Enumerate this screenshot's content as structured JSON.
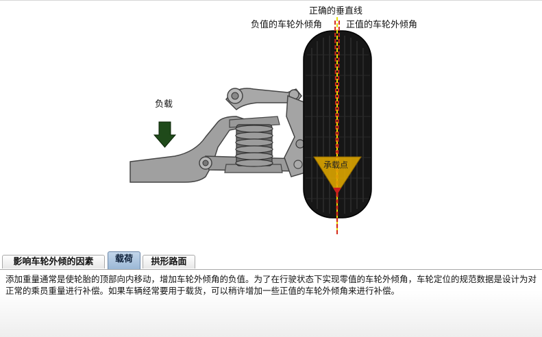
{
  "labels": {
    "correct_vertical": "正确的垂直线",
    "negative_camber": "负值的车轮外倾角",
    "positive_camber": "正值的车轮外倾角",
    "load": "负载",
    "contact_point": "承载点"
  },
  "tabs": [
    {
      "label": "影响车轮外倾的因素",
      "active": false
    },
    {
      "label": "载荷",
      "active": true
    },
    {
      "label": "拱形路面",
      "active": false
    }
  ],
  "description": "添加重量通常是使轮胎的顶部向内移动，增加车轮外倾角的负值。为了在行驶状态下实现零值的车轮外倾角，车轮定位的规范数据是设计为对正常的乘员重量进行补偿。如果车辆经常要用于载货，可以稍许增加一些正值的车轮外倾角来进行补偿。",
  "colors": {
    "load_arrow": "#1f4a1a",
    "vertical_line": "#e8e000",
    "camber_line": "#d52a1a",
    "contact_marker": "#e0a800",
    "tire": "#1a1a1a",
    "suspension": "#9a9a9a",
    "active_tab": "#a9c1dc"
  }
}
